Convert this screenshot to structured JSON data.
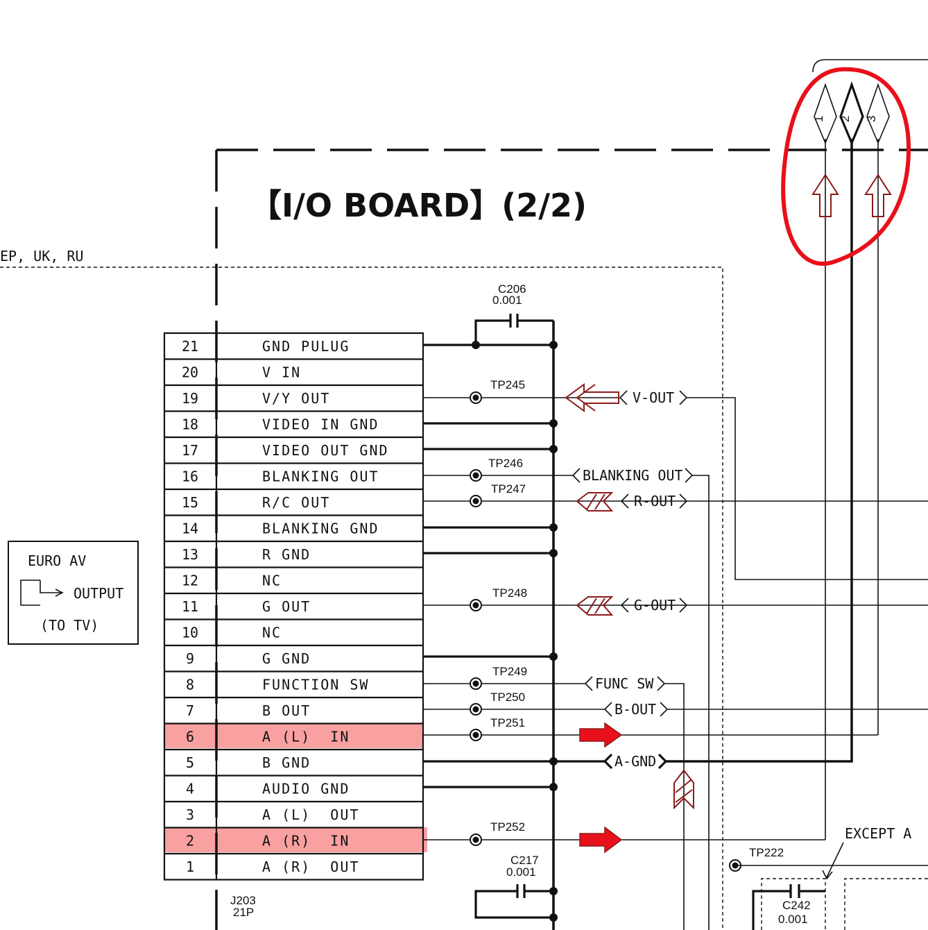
{
  "title": "【I/O  BOARD】(2/2)",
  "region_label": "EP, UK, RU",
  "connector": {
    "ref": "J203",
    "type": "21P",
    "pins": [
      {
        "num": "21",
        "name": "GND PULUG"
      },
      {
        "num": "20",
        "name": "V IN"
      },
      {
        "num": "19",
        "name": "V/Y OUT"
      },
      {
        "num": "18",
        "name": "VIDEO IN GND"
      },
      {
        "num": "17",
        "name": "VIDEO OUT GND"
      },
      {
        "num": "16",
        "name": "BLANKING OUT"
      },
      {
        "num": "15",
        "name": "R/C OUT"
      },
      {
        "num": "14",
        "name": "BLANKING GND"
      },
      {
        "num": "13",
        "name": "R GND"
      },
      {
        "num": "12",
        "name": "NC"
      },
      {
        "num": "11",
        "name": "G OUT"
      },
      {
        "num": "10",
        "name": "NC"
      },
      {
        "num": "9",
        "name": "G GND"
      },
      {
        "num": "8",
        "name": "FUNCTION SW"
      },
      {
        "num": "7",
        "name": "B OUT"
      },
      {
        "num": "6",
        "name": "A (L)  IN"
      },
      {
        "num": "5",
        "name": "B GND"
      },
      {
        "num": "4",
        "name": "AUDIO GND"
      },
      {
        "num": "3",
        "name": "A (L)  OUT"
      },
      {
        "num": "2",
        "name": "A (R)  IN"
      },
      {
        "num": "1",
        "name": "A (R)  OUT"
      }
    ]
  },
  "euro_av": {
    "line1": "EURO AV",
    "line2": "OUTPUT",
    "line3": "(TO TV)"
  },
  "capacitors": [
    {
      "ref": "C206",
      "value": "0.001"
    },
    {
      "ref": "C217",
      "value": "0.001"
    },
    {
      "ref": "C242",
      "value": "0.001"
    }
  ],
  "test_points": [
    "TP245",
    "TP246",
    "TP247",
    "TP248",
    "TP249",
    "TP250",
    "TP251",
    "TP252",
    "TP222"
  ],
  "signals": [
    "V-OUT",
    "BLANKING OUT",
    "R-OUT",
    "G-OUT",
    "FUNC SW",
    "B-OUT",
    "A-GND"
  ],
  "connector_pins_top": [
    "1",
    "2",
    "3"
  ],
  "except_label": "EXCEPT A",
  "colors": {
    "ink": "#111111",
    "highlight": "#f88a8a",
    "annotation_red": "#e8101a",
    "arrow_dark_red": "#8b1a1a"
  }
}
